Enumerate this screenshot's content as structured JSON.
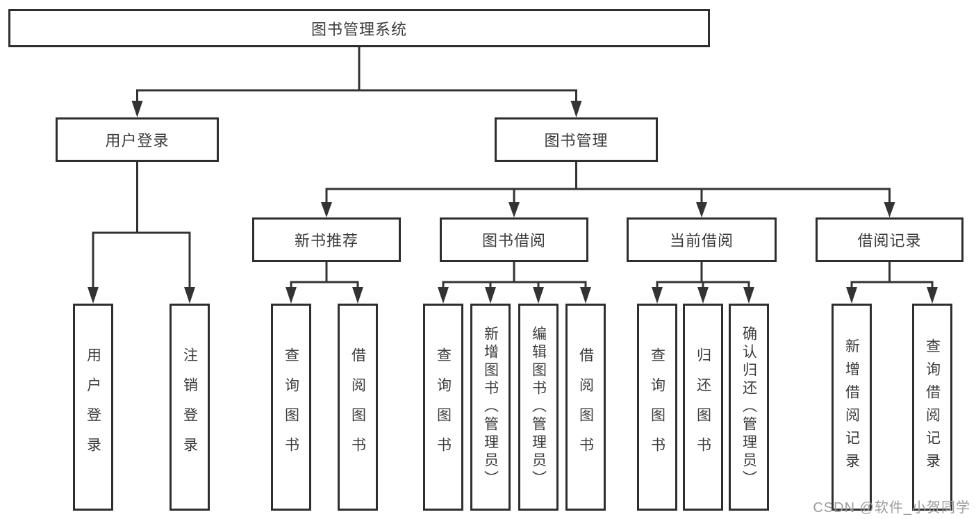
{
  "diagram_title": "图书管理系统",
  "tree": {
    "root": {
      "label": "图书管理系统",
      "children": [
        {
          "label": "用户登录",
          "children": [
            {
              "label": "用户登录"
            },
            {
              "label": "注销登录"
            }
          ]
        },
        {
          "label": "图书管理",
          "children": [
            {
              "label": "新书推荐",
              "children": [
                {
                  "label": "查询图书"
                },
                {
                  "label": "借阅图书"
                }
              ]
            },
            {
              "label": "图书借阅",
              "children": [
                {
                  "label": "查询图书"
                },
                {
                  "label": "新增图书（管理员）"
                },
                {
                  "label": "编辑图书（管理员）"
                },
                {
                  "label": "借阅图书"
                }
              ]
            },
            {
              "label": "当前借阅",
              "children": [
                {
                  "label": "查询图书"
                },
                {
                  "label": "归还图书"
                },
                {
                  "label": "确认归还（管理员）"
                }
              ]
            },
            {
              "label": "借阅记录",
              "children": [
                {
                  "label": "新增借阅记录"
                },
                {
                  "label": "查询借阅记录"
                }
              ]
            }
          ]
        }
      ]
    }
  },
  "watermark": {
    "text": "CSDN @软件_小贺同学"
  },
  "colors": {
    "line": "#333333",
    "box_border": "#2e2e2e",
    "text": "#3b3b3b",
    "watermark": "#9c9c9c",
    "background": "#ffffff"
  }
}
